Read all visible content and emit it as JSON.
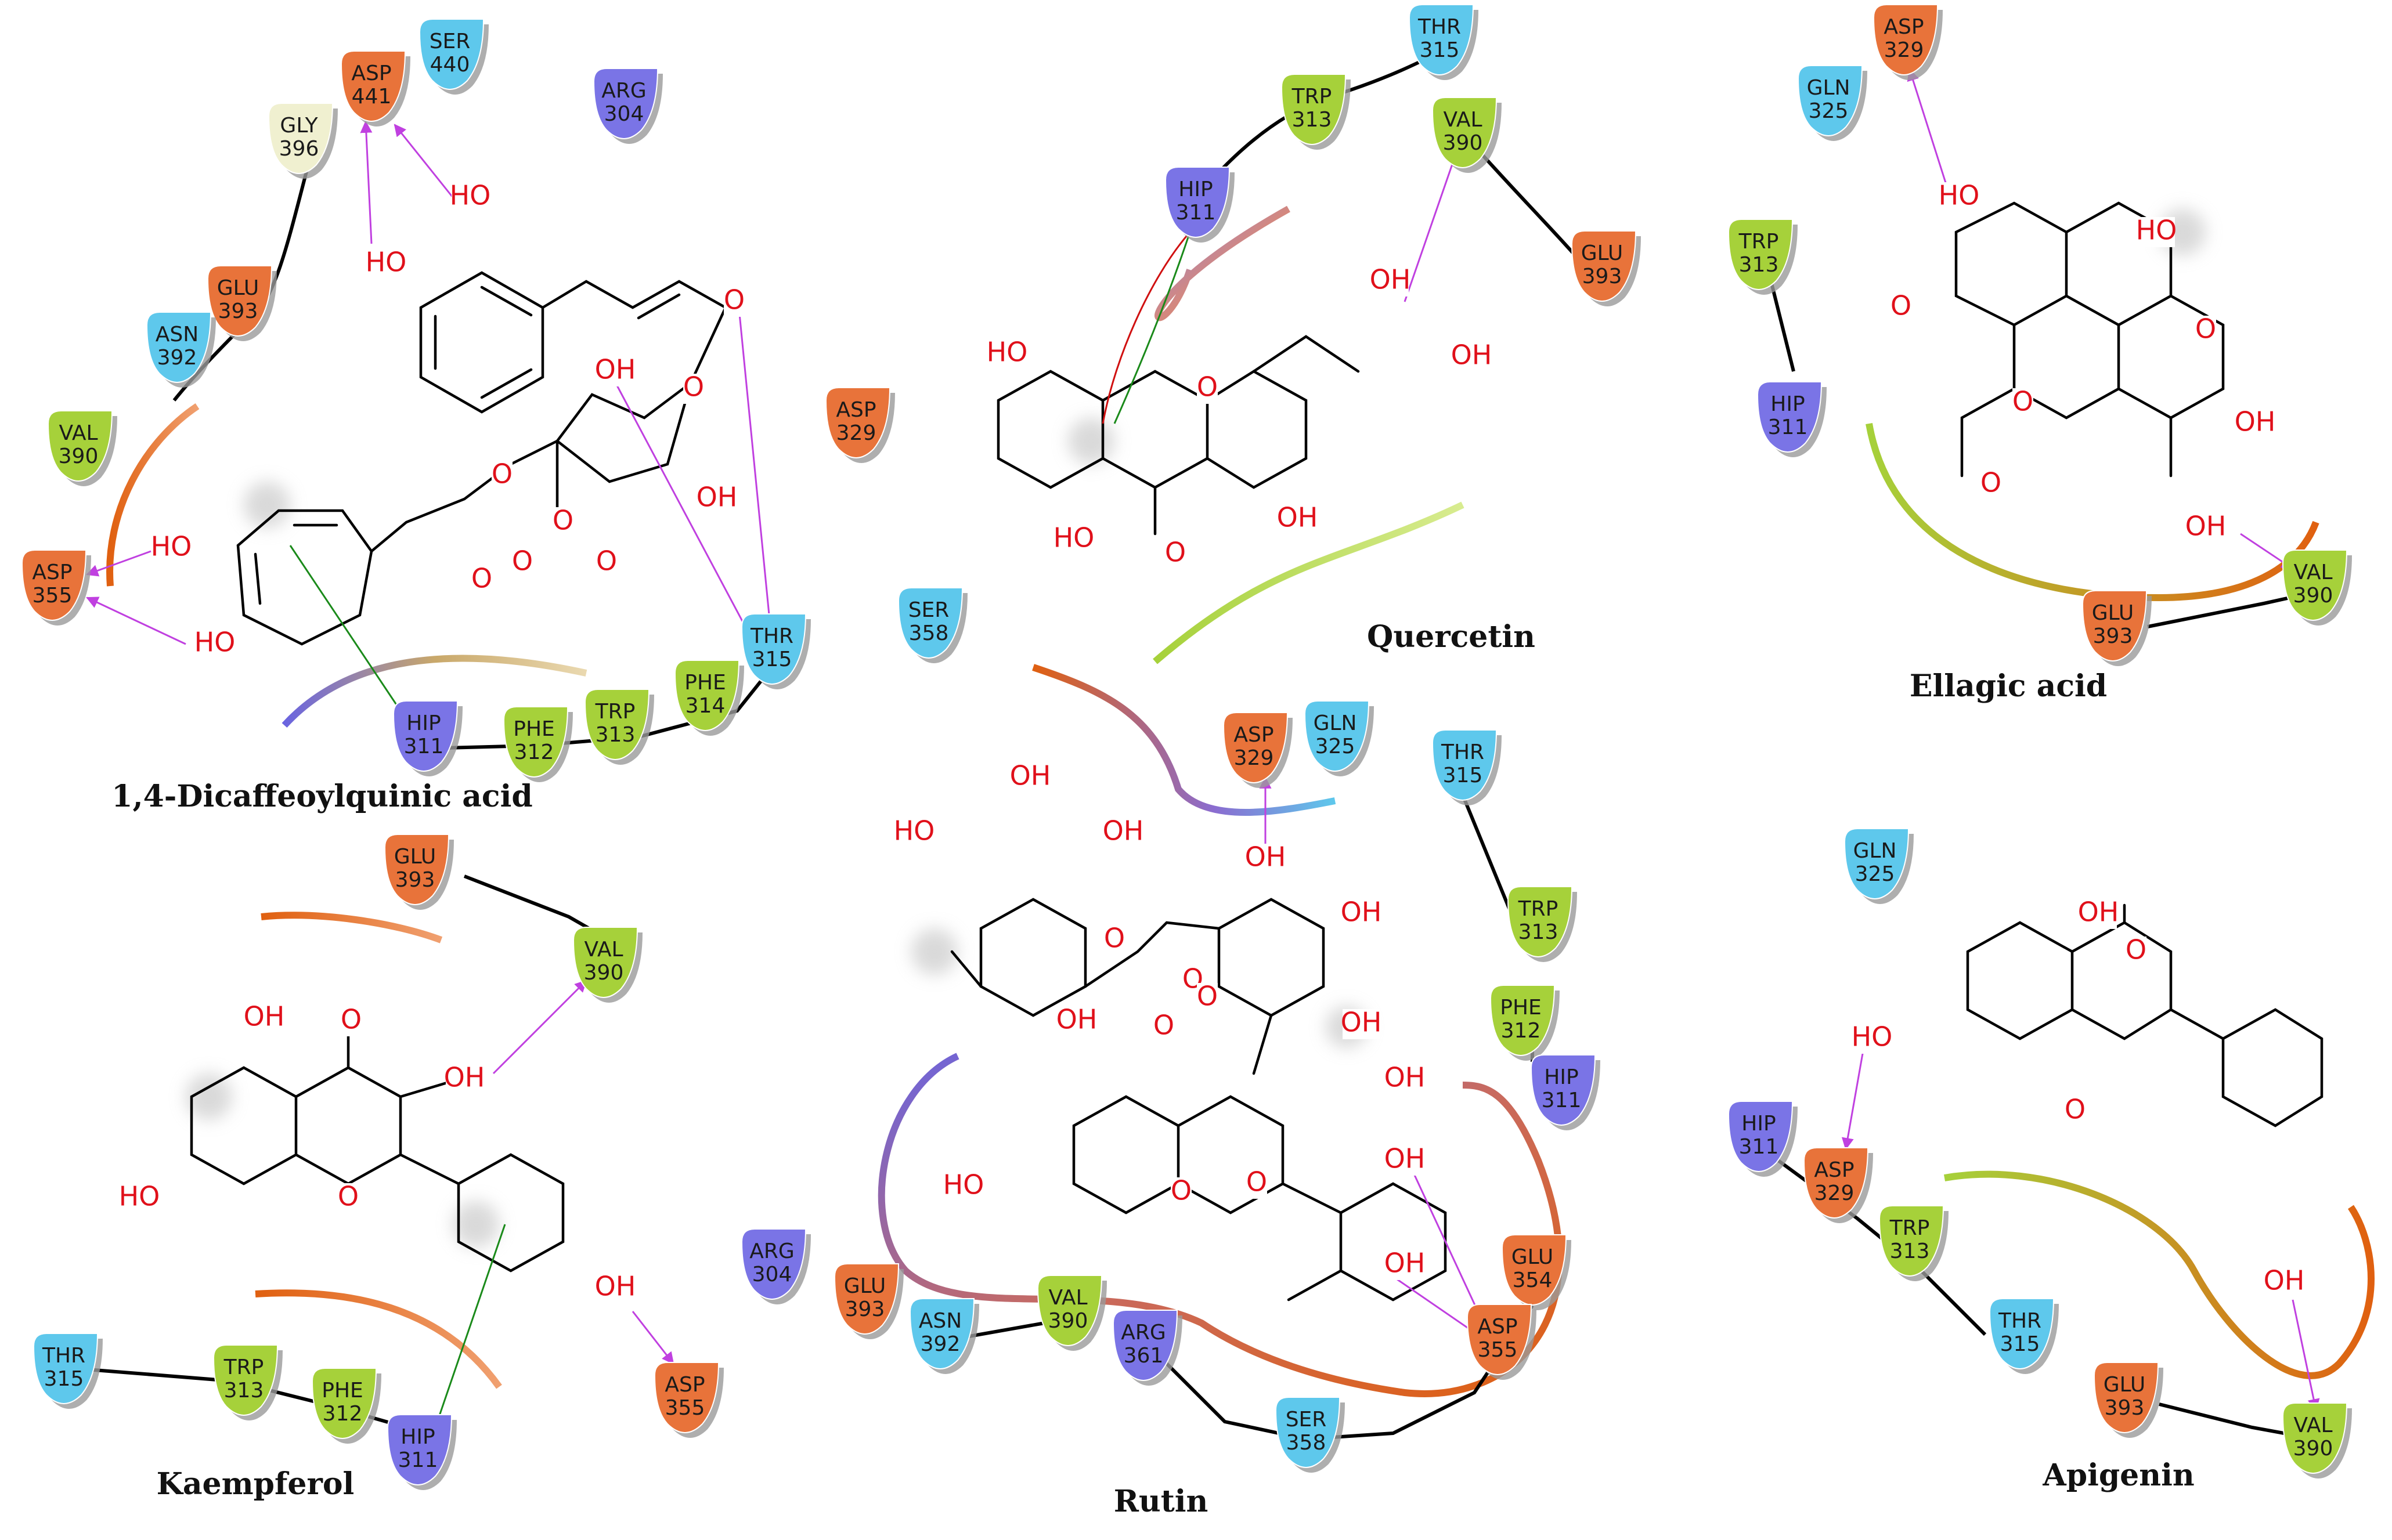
{
  "colors": {
    "acidic": "#e8733a",
    "hydrophobic": "#a6d13a",
    "polar": "#5ec8ec",
    "positive": "#7a74e6",
    "glycine": "#f0f0d0",
    "hbond_arrow": "#c040e0",
    "pi_pi": "#1a8a1a",
    "heteroatom": "#e0101a"
  },
  "panels": {
    "p1": {
      "name": "1,4-Dicaffeoylquinic acid",
      "residues": [
        {
          "code": "SER",
          "num": "440"
        },
        {
          "code": "ASP",
          "num": "441"
        },
        {
          "code": "GLY",
          "num": "396"
        },
        {
          "code": "ARG",
          "num": "304"
        },
        {
          "code": "GLU",
          "num": "393"
        },
        {
          "code": "ASN",
          "num": "392"
        },
        {
          "code": "VAL",
          "num": "390"
        },
        {
          "code": "ASP",
          "num": "355"
        },
        {
          "code": "ASP",
          "num": "329"
        },
        {
          "code": "THR",
          "num": "315"
        },
        {
          "code": "PHE",
          "num": "314"
        },
        {
          "code": "TRP",
          "num": "313"
        },
        {
          "code": "PHE",
          "num": "312"
        },
        {
          "code": "HIP",
          "num": "311"
        }
      ],
      "atoms": [
        "HO",
        "HO",
        "O",
        "OH",
        "O",
        "O",
        "OH",
        "O",
        "O",
        "HO",
        "HO",
        "O",
        "O"
      ]
    },
    "p2": {
      "name": "Quercetin",
      "residues": [
        {
          "code": "THR",
          "num": "315"
        },
        {
          "code": "TRP",
          "num": "313"
        },
        {
          "code": "VAL",
          "num": "390"
        },
        {
          "code": "HIP",
          "num": "311"
        },
        {
          "code": "GLU",
          "num": "393"
        },
        {
          "code": "SER",
          "num": "358"
        }
      ],
      "atoms": [
        "HO",
        "O",
        "OH",
        "OH",
        "HO",
        "O",
        "OH"
      ]
    },
    "p3": {
      "name": "Ellagic acid",
      "residues": [
        {
          "code": "ASP",
          "num": "329"
        },
        {
          "code": "GLN",
          "num": "325"
        },
        {
          "code": "TRP",
          "num": "313"
        },
        {
          "code": "HIP",
          "num": "311"
        },
        {
          "code": "GLU",
          "num": "393"
        },
        {
          "code": "VAL",
          "num": "390"
        }
      ],
      "atoms": [
        "HO",
        "O",
        "HO",
        "O",
        "O",
        "OH",
        "O",
        "OH"
      ]
    },
    "p4": {
      "name": "Kaempferol",
      "residues": [
        {
          "code": "GLU",
          "num": "393"
        },
        {
          "code": "VAL",
          "num": "390"
        },
        {
          "code": "THR",
          "num": "315"
        },
        {
          "code": "TRP",
          "num": "313"
        },
        {
          "code": "PHE",
          "num": "312"
        },
        {
          "code": "HIP",
          "num": "311"
        },
        {
          "code": "ASP",
          "num": "355"
        }
      ],
      "atoms": [
        "OH",
        "O",
        "OH",
        "HO",
        "O",
        "OH"
      ]
    },
    "p5": {
      "name": "Rutin",
      "residues": [
        {
          "code": "ASP",
          "num": "329"
        },
        {
          "code": "GLN",
          "num": "325"
        },
        {
          "code": "THR",
          "num": "315"
        },
        {
          "code": "TRP",
          "num": "313"
        },
        {
          "code": "PHE",
          "num": "312"
        },
        {
          "code": "HIP",
          "num": "311"
        },
        {
          "code": "ARG",
          "num": "304"
        },
        {
          "code": "GLU",
          "num": "393"
        },
        {
          "code": "ASN",
          "num": "392"
        },
        {
          "code": "VAL",
          "num": "390"
        },
        {
          "code": "ARG",
          "num": "361"
        },
        {
          "code": "SER",
          "num": "358"
        },
        {
          "code": "GLU",
          "num": "354"
        },
        {
          "code": "ASP",
          "num": "355"
        }
      ],
      "atoms": [
        "OH",
        "HO",
        "OH",
        "O",
        "O",
        "OH",
        "OH",
        "O",
        "OH",
        "OH",
        "O",
        "OH",
        "O",
        "HO",
        "O",
        "OH",
        "OH"
      ]
    },
    "p6": {
      "name": "Apigenin",
      "residues": [
        {
          "code": "GLN",
          "num": "325"
        },
        {
          "code": "HIP",
          "num": "311"
        },
        {
          "code": "ASP",
          "num": "329"
        },
        {
          "code": "TRP",
          "num": "313"
        },
        {
          "code": "THR",
          "num": "315"
        },
        {
          "code": "GLU",
          "num": "393"
        },
        {
          "code": "VAL",
          "num": "390"
        }
      ],
      "atoms": [
        "OH",
        "O",
        "HO",
        "O",
        "OH"
      ]
    }
  }
}
